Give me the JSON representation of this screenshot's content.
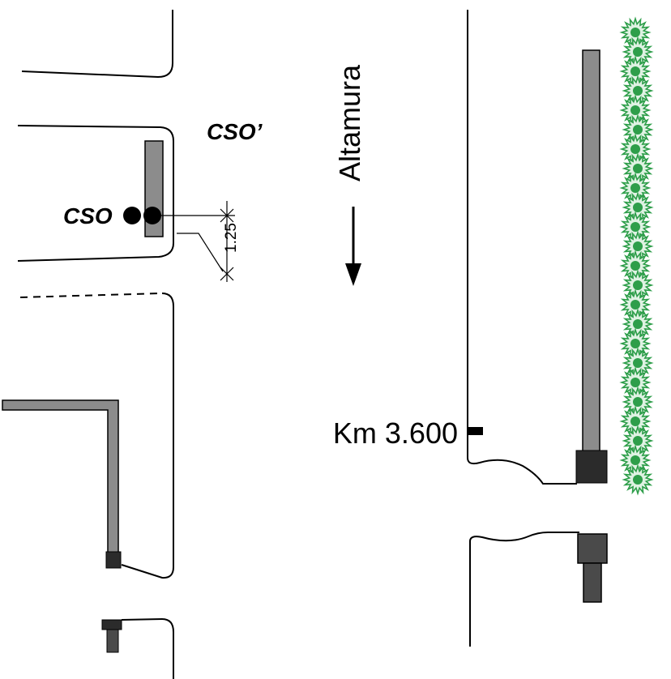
{
  "labels": {
    "cso_prime": "CSO’",
    "cso": "CSO",
    "dimension": "1.25",
    "direction": "Altamura",
    "kilometer": "Km 3.600"
  },
  "colors": {
    "line": "#000000",
    "barrier_gray": "#8c8c8c",
    "dark_block": "#2b2b2b",
    "mid_block": "#4a4a4a",
    "vegetation": "#2e9e4a"
  },
  "icons": {
    "direction_arrow": "arrow-down-icon",
    "hedge": "tree-hedge-icon"
  }
}
